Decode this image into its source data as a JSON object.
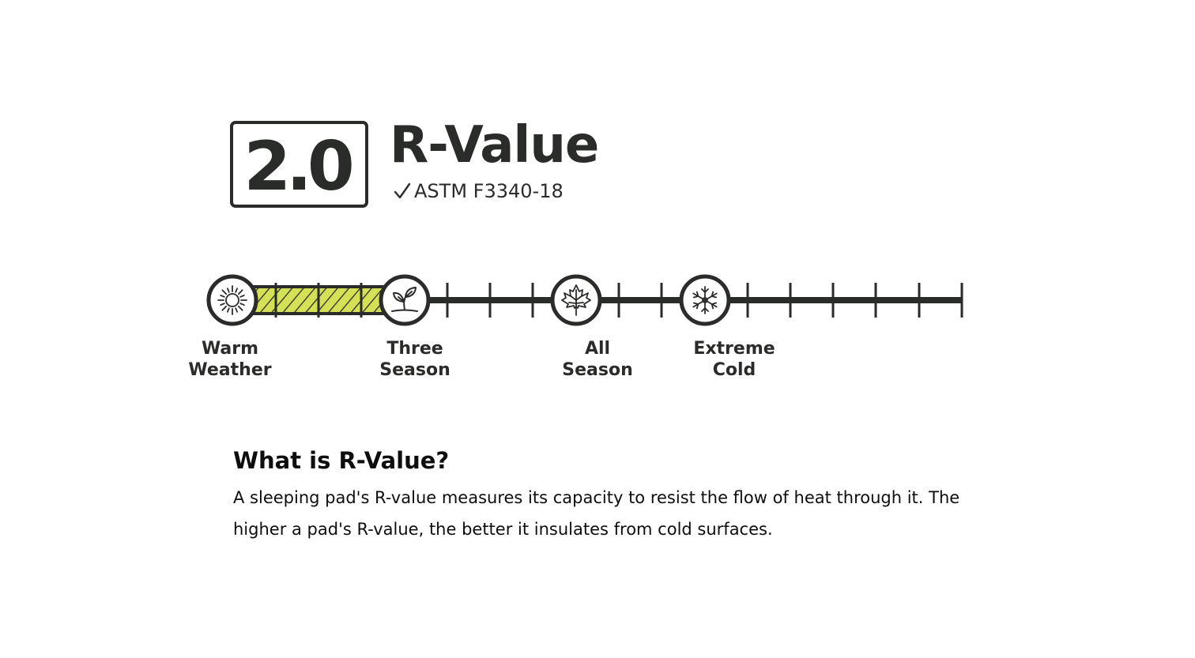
{
  "rating": {
    "value": "2.0",
    "value_numeric": 2.0,
    "title": "R-Value",
    "standard": "ASTM F3340-18",
    "check_icon": "check-icon"
  },
  "scale": {
    "fill_fraction": 0.235,
    "fill_color": "#d4e157",
    "line_color": "#2a2c29",
    "markers": [
      {
        "key": "warm",
        "icon": "sun-icon",
        "label_lines": [
          "Warm",
          "Weather"
        ]
      },
      {
        "key": "three",
        "icon": "sprout-icon",
        "label_lines": [
          "Three",
          "Season"
        ]
      },
      {
        "key": "all",
        "icon": "maple-leaf-icon",
        "label_lines": [
          "All",
          "Season"
        ]
      },
      {
        "key": "extreme",
        "icon": "snowflake-icon",
        "label_lines": [
          "Extreme",
          "Cold"
        ]
      }
    ]
  },
  "info": {
    "heading": "What is R-Value?",
    "body": "A sleeping pad's R-value measures its capacity to resist the flow of heat through it. The higher a pad's R-value, the better it insulates from cold surfaces."
  }
}
